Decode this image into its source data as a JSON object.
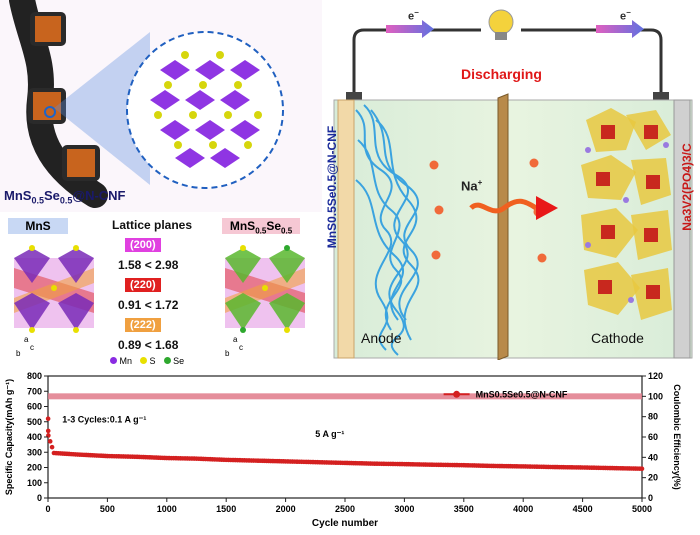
{
  "top_left": {
    "material_label": "MnS",
    "material_sub1": "0.5",
    "material_mid": "Se",
    "material_sub2": "0.5",
    "material_tail": "@N-CNF"
  },
  "lattice": {
    "mns_label": "MnS",
    "title": "Lattice planes",
    "doped_label": "MnS",
    "doped_sub1": "0.5",
    "doped_mid": "Se",
    "doped_sub2": "0.5",
    "planes": [
      {
        "hkl": "(200)",
        "color": "#e040e0",
        "ratio": "1.58 < 2.98"
      },
      {
        "hkl": "(220)",
        "color": "#e02020",
        "ratio": "0.91 < 1.72"
      },
      {
        "hkl": "(222)",
        "color": "#f0a040",
        "ratio": "0.89 < 1.68"
      }
    ],
    "legend": [
      {
        "label": "Mn",
        "color": "#8a2be2"
      },
      {
        "label": "S",
        "color": "#e8e000"
      },
      {
        "label": "Se",
        "color": "#2ea82e"
      }
    ],
    "axis_a": "a",
    "axis_b": "b",
    "axis_c": "c"
  },
  "battery": {
    "electron_left": "e",
    "electron_right": "e",
    "electron_sup": "−",
    "discharging": "Discharging",
    "na_ion": "Na",
    "na_sup": "+",
    "anode": "Anode",
    "cathode": "Cathode",
    "anode_material": "MnS0.5Se0.5@N-CNF",
    "cathode_material": "Na3V2(PO4)3/C"
  },
  "chart_data": {
    "type": "scatter",
    "xlabel": "Cycle number",
    "ylabel": "Specific Capacity(mAh g⁻¹)",
    "y2label": "Coulombic Efficiency(%)",
    "xlim": [
      0,
      5000
    ],
    "ylim": [
      0,
      800
    ],
    "y2lim": [
      0,
      120
    ],
    "xticks": [
      0,
      500,
      1000,
      1500,
      2000,
      2500,
      3000,
      3500,
      4000,
      4500,
      5000
    ],
    "yticks": [
      0,
      100,
      200,
      300,
      400,
      500,
      600,
      700,
      800
    ],
    "y2ticks": [
      0,
      20,
      40,
      60,
      80,
      100,
      120
    ],
    "annotations": [
      "1-3 Cycles:0.1 A g⁻¹",
      "5 A g⁻¹"
    ],
    "series": [
      {
        "name": "MnS0.5Se0.5@N-CNF",
        "color": "#d42020",
        "x": [
          1,
          2,
          3,
          50,
          250,
          500,
          750,
          1000,
          1250,
          1500,
          1750,
          2000,
          2250,
          2500,
          2750,
          3000,
          3250,
          3500,
          3750,
          4000,
          4250,
          4500,
          4750,
          5000
        ],
        "values": [
          520,
          440,
          410,
          295,
          285,
          275,
          270,
          262,
          258,
          250,
          245,
          240,
          235,
          230,
          225,
          222,
          218,
          215,
          210,
          207,
          203,
          200,
          196,
          192
        ]
      },
      {
        "name": "Coulombic Efficiency",
        "axis": "right",
        "color": "#e07a8a",
        "x": [
          0,
          5000
        ],
        "values": [
          100,
          100
        ]
      }
    ]
  }
}
